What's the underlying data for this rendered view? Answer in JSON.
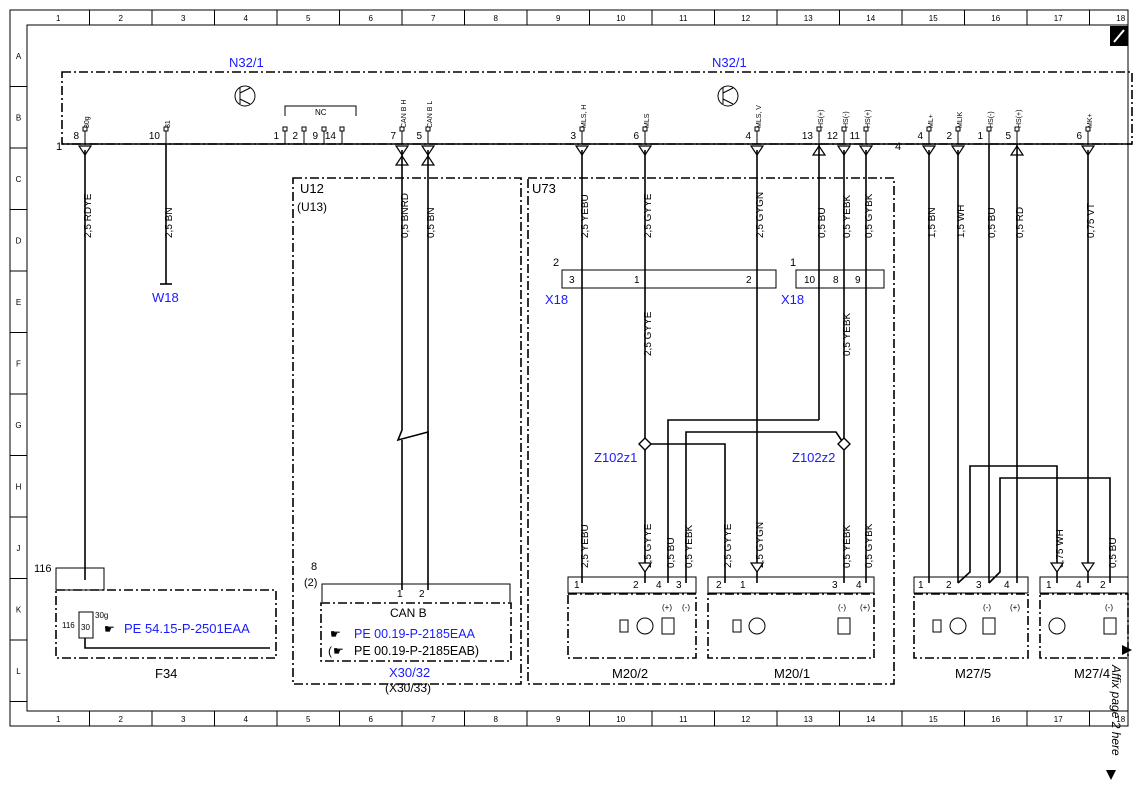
{
  "border": {
    "columns": [
      "1",
      "2",
      "3",
      "4",
      "5",
      "6",
      "7",
      "8",
      "9",
      "10",
      "11",
      "12",
      "13",
      "14",
      "15",
      "16",
      "17",
      "18"
    ],
    "rows": [
      "A",
      "B",
      "C",
      "D",
      "E",
      "F",
      "G",
      "H",
      "J",
      "K",
      "L"
    ]
  },
  "components": {
    "n32_left": "N32/1",
    "n32_right": "N32/1",
    "w18": "W18",
    "u12": "U12",
    "u13": "(U13)",
    "u73": "U73",
    "x18_left": "X18",
    "x18_right": "X18",
    "z102z1": "Z102z1",
    "z102z2": "Z102z2",
    "f34": "F34",
    "x30_32": "X30/32",
    "x30_33": "(X30/33)",
    "m20_2": "M20/2",
    "m20_1": "M20/1",
    "m27_5": "M27/5",
    "m27_x": "M27/4"
  },
  "connector_n32": {
    "pin_left": "1",
    "pin_right": "4",
    "pins": [
      {
        "num": "8",
        "label": "30g"
      },
      {
        "num": "10",
        "label": "31"
      },
      {
        "num": "1",
        "label": ""
      },
      {
        "num": "2",
        "label": ""
      },
      {
        "num": "9",
        "label": ""
      },
      {
        "num": "14",
        "label": ""
      },
      {
        "num": "7",
        "label": "CAN B H"
      },
      {
        "num": "5",
        "label": "CAN B L"
      },
      {
        "num": "3",
        "label": "MLS, H"
      },
      {
        "num": "6",
        "label": "MLS"
      },
      {
        "num": "4",
        "label": "MLS, V"
      },
      {
        "num": "13",
        "label": "HS(+)"
      },
      {
        "num": "12",
        "label": "HS(-)"
      },
      {
        "num": "11",
        "label": "HS(+)"
      },
      {
        "num": "4",
        "label": "ML+"
      },
      {
        "num": "2",
        "label": "MLIK"
      },
      {
        "num": "1",
        "label": "HS(-)"
      },
      {
        "num": "5",
        "label": "HS(+)"
      },
      {
        "num": "6",
        "label": "MK+"
      }
    ],
    "nc_label": "NC"
  },
  "wires": [
    {
      "id": "w-rdye",
      "label": "2,5 RDYE"
    },
    {
      "id": "w-bn",
      "label": "2,5 BN"
    },
    {
      "id": "w-bnrd",
      "label": "0,5 BNRD"
    },
    {
      "id": "w-canbn",
      "label": "0,5 BN"
    },
    {
      "id": "w-yebu",
      "label": "2,5 YEBU"
    },
    {
      "id": "w-gyye",
      "label": "2,5 GYYE"
    },
    {
      "id": "w-gygn",
      "label": "2,5 GYGN"
    },
    {
      "id": "w-bu",
      "label": "0,5 BU"
    },
    {
      "id": "w-yebk",
      "label": "0,5 YEBK"
    },
    {
      "id": "w-gybk",
      "label": "0,5 GYBK"
    },
    {
      "id": "w-15bn",
      "label": "1,5 BN"
    },
    {
      "id": "w-15wh",
      "label": "1,5 WH"
    },
    {
      "id": "w-05bu",
      "label": "0,5 BU"
    },
    {
      "id": "w-05rd",
      "label": "0,5 RD"
    },
    {
      "id": "w-075vt",
      "label": "0,75 VT"
    }
  ],
  "wires_lower": [
    {
      "id": "l-yebu",
      "label": "2,5 YEBU"
    },
    {
      "id": "l-gyye",
      "label": "2,5 GYYE"
    },
    {
      "id": "l-bu",
      "label": "0,5 BU"
    },
    {
      "id": "l-yebk",
      "label": "0,5 YEBK"
    },
    {
      "id": "l-gyye2",
      "label": "2,5 GYYE"
    },
    {
      "id": "l-gygn",
      "label": "2,5 GYGN"
    },
    {
      "id": "l-yebk2",
      "label": "0,5 YEBK"
    },
    {
      "id": "l-gybk",
      "label": "0,5 GYBK"
    },
    {
      "id": "l-wh",
      "label": "0,75 WH"
    },
    {
      "id": "l-bu2",
      "label": "0,5 BU"
    }
  ],
  "mid_wires": [
    {
      "id": "m-gyye",
      "label": "2,5 GYYE"
    },
    {
      "id": "m-yebk",
      "label": "0,5 YEBK"
    }
  ],
  "x18": {
    "left_side": "2",
    "left_pins": [
      "3",
      "1",
      "2"
    ],
    "right_side": "1",
    "right_pins": [
      "10",
      "8",
      "9"
    ]
  },
  "f34": {
    "pin": "116",
    "fuse_top": "30g",
    "fuse_left": "116",
    "fuse_mid": "30",
    "ref": "PE 54.15-P-2501EAA"
  },
  "x30": {
    "pin_top": "8",
    "pin_top2": "(2)",
    "pins": [
      "1",
      "2"
    ],
    "can": "CAN B",
    "ref1": "PE 00.19-P-2185EAA",
    "ref2": "PE 00.19-P-2185EAB)",
    "ref2_prefix": "("
  },
  "motor_pins": {
    "m20_2": [
      "1",
      "2",
      "4",
      "3"
    ],
    "m20_1": [
      "2",
      "1",
      "3",
      "4"
    ],
    "m27_5": [
      "1",
      "2",
      "3",
      "4"
    ],
    "m27_x": [
      "1",
      "4",
      "2"
    ]
  },
  "polarity": {
    "plus": "(+)",
    "minus": "(-)"
  },
  "affix": "Affix page 2 here"
}
